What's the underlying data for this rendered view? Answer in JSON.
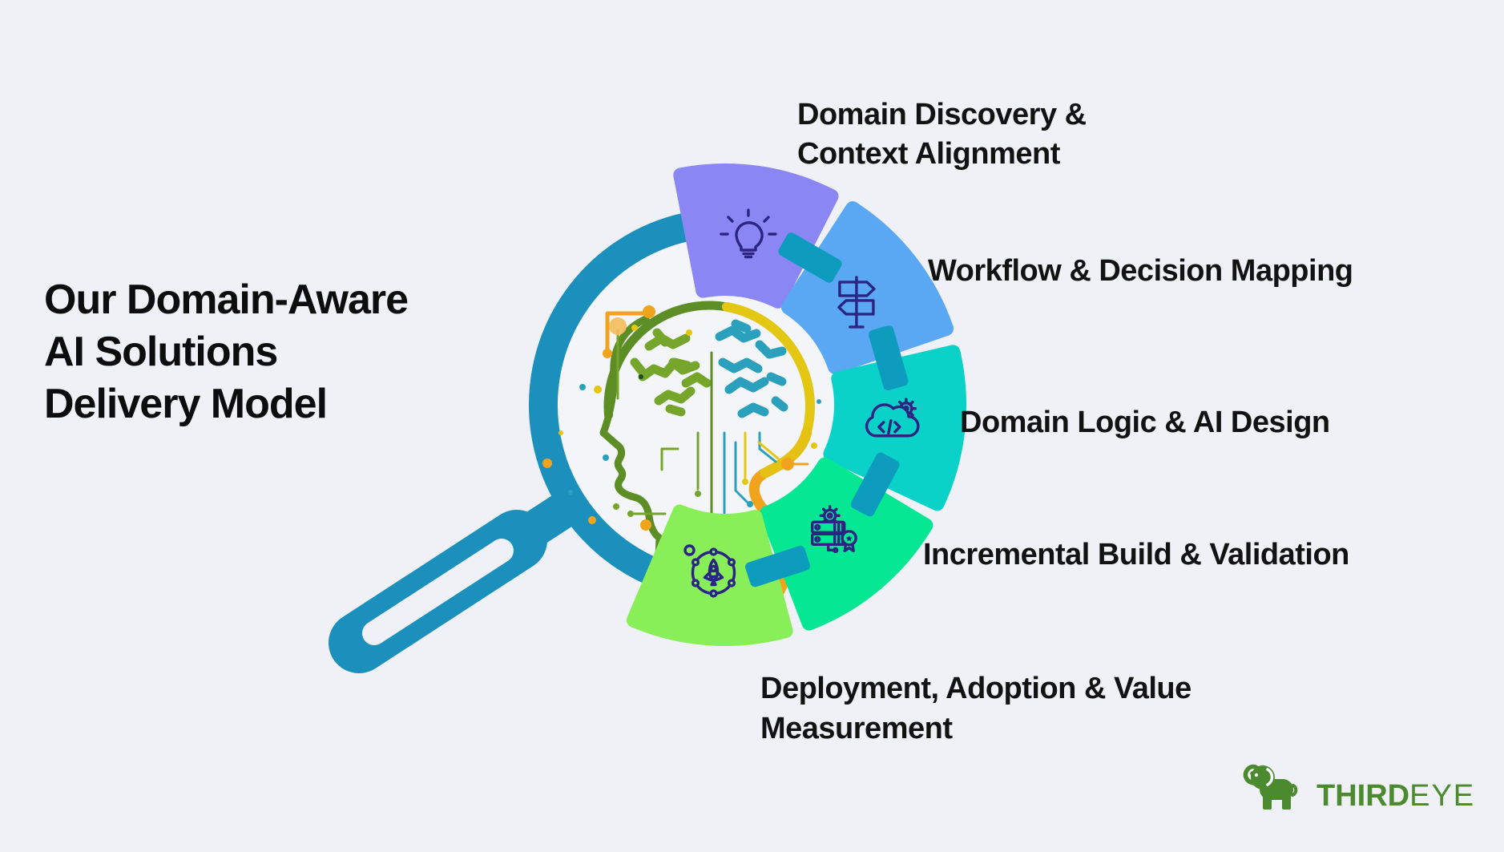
{
  "background": "#eff1f6",
  "title": {
    "lines": [
      "Our Domain-Aware",
      "AI Solutions",
      "Delivery Model"
    ],
    "color": "#0d0d0d"
  },
  "diagram": {
    "lens_color": "#1b90bd",
    "connector_color": "#0d9cbd",
    "icon_stroke": "#2a2483",
    "steps": [
      {
        "label": "Domain Discovery & Context Alignment",
        "lines": [
          "Domain Discovery &",
          "Context Alignment"
        ],
        "color": "#8a86f3",
        "icon": "lightbulb-icon",
        "angle_start": -11,
        "angle_end": 27
      },
      {
        "label": "Workflow & Decision Mapping",
        "lines": [
          "Workflow & Decision Mapping"
        ],
        "color": "#5aa7f3",
        "icon": "signpost-icon",
        "angle_start": 33,
        "angle_end": 71
      },
      {
        "label": "Domain Logic & AI Design",
        "lines": [
          "Domain Logic & AI Design"
        ],
        "color": "#0bd2c8",
        "icon": "cloud-code-icon",
        "angle_start": 77,
        "angle_end": 115
      },
      {
        "label": "Incremental Build & Validation",
        "lines": [
          "Incremental Build & Validation"
        ],
        "color": "#06e793",
        "icon": "server-award-icon",
        "angle_start": 121,
        "angle_end": 159
      },
      {
        "label": "Deployment, Adoption & Value Measurement",
        "lines": [
          "Deployment, Adoption & Value",
          "Measurement"
        ],
        "color": "#89ef58",
        "icon": "rocket-network-icon",
        "angle_start": 165,
        "angle_end": 203
      }
    ]
  },
  "illustration": {
    "head_palette": {
      "outline_green": "#5d8d25",
      "brain_green": "#76a52c",
      "brain_teal": "#2ba0bd",
      "accent_yellow": "#e3c713",
      "accent_orange": "#f0a31b"
    }
  },
  "logo": {
    "brand_bold": "THIRD",
    "brand_light": "EYE",
    "color": "#4c8a2f",
    "icon": "elephant-icon"
  }
}
